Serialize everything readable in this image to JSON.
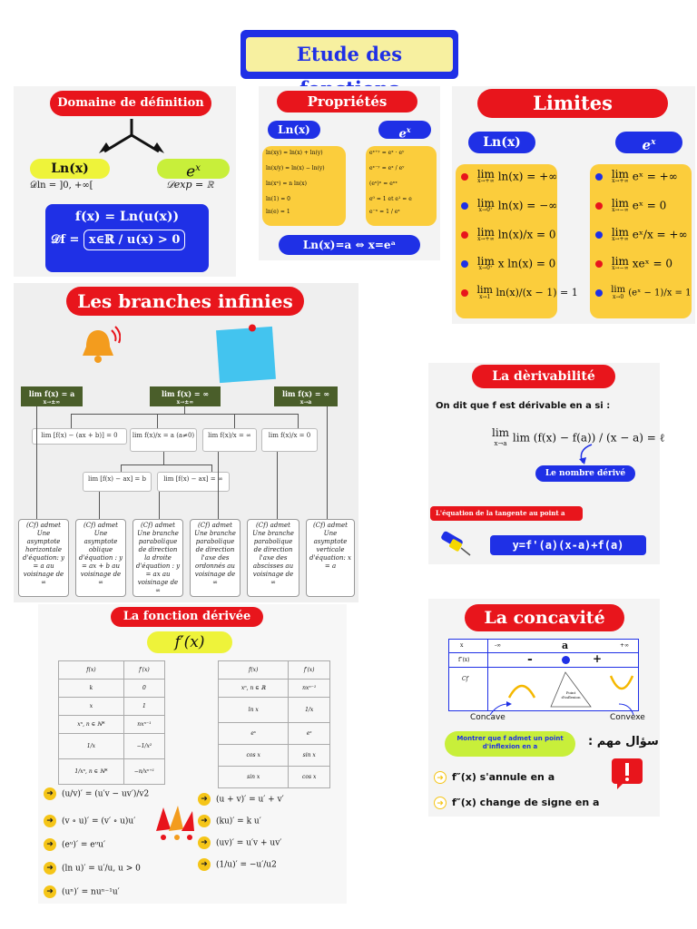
{
  "title": "Etude des fonctions",
  "domaine": {
    "title": "Domaine de définition",
    "ln_label": "Ln(x)",
    "ln_domain": "𝒟ln = ]0, +∞[",
    "exp_label": "ex",
    "exp_domain": "𝒟exp = ℝ",
    "box_line1": "f(x) = Ln(u(x))",
    "box_line2_prefix": "𝒟f =",
    "box_line2": "x∈ℝ / u(x) > 0"
  },
  "proprietes": {
    "title": "Propriétés",
    "ln_label": "Ln(x)",
    "exp_label": "ex",
    "ln_rules": [
      "ln(xy) = ln(x) + ln(y)",
      "ln(x/y) = ln(x) − ln(y)",
      "ln(xⁿ) = n ln(x)",
      "ln(1) = 0",
      "ln(e) = 1"
    ],
    "exp_rules": [
      "eˣ⁺ʸ = eˣ · eʸ",
      "eˣ⁻ʸ = eˣ / eʸ",
      "(eˣ)ⁿ = eⁿˣ",
      "e⁰ = 1  et  e¹ = e",
      "e⁻ˣ = 1 / eˣ"
    ],
    "equivalence": "Ln(x)=a ⇔ x=eᵃ"
  },
  "limites": {
    "title": "Limites",
    "ln_label": "Ln(x)",
    "exp_label": "ex",
    "ln_limits": [
      {
        "sub": "x→+∞",
        "expr": "ln(x) = +∞",
        "color": "#e8151c"
      },
      {
        "sub": "x→0⁺",
        "expr": "ln(x) = −∞",
        "color": "#1f30e6"
      },
      {
        "sub": "x→+∞",
        "expr": "ln(x)/x = 0",
        "color": "#e8151c"
      },
      {
        "sub": "x→0⁺",
        "expr": "x ln(x) = 0",
        "color": "#1f30e6"
      },
      {
        "sub": "x→1",
        "expr": "ln(x)/(x − 1) = 1",
        "color": "#e8151c"
      }
    ],
    "exp_limits": [
      {
        "sub": "x→+∞",
        "expr": "eˣ = +∞",
        "color": "#1f30e6"
      },
      {
        "sub": "x→−∞",
        "expr": "eˣ = 0",
        "color": "#e8151c"
      },
      {
        "sub": "x→+∞",
        "expr": "eˣ/x = +∞",
        "color": "#1f30e6"
      },
      {
        "sub": "x→−∞",
        "expr": "xeˣ = 0",
        "color": "#e8151c"
      },
      {
        "sub": "x→0",
        "expr": "(eˣ − 1)/x = 1",
        "color": "#1f30e6"
      }
    ]
  },
  "branches": {
    "title": "Les branches infinies",
    "top_left": "lim f(x) = a",
    "top_left_sub": "x→±∞",
    "top_mid": "lim f(x) = ∞",
    "top_mid_sub": "x→±∞",
    "top_right": "lim f(x) = ∞",
    "top_right_sub": "x→a",
    "mid1": "lim [f(x) − (ax + b)] = 0",
    "mid2": "lim f(x)/x = a (a≠0)",
    "mid3": "lim f(x)/x = ∞",
    "mid4": "lim f(x)/x = 0",
    "low1": "lim [f(x) − ax] = b",
    "low2": "lim [f(x) − ax] = ∞",
    "conclusions": [
      "(Cf) admet Une asymptote horizontale d'équation: y = a au voisinage de ∞",
      "(Cf) admet Une asymptote oblique d'équation : y = ax + b au voisinage de ∞",
      "(Cf) admet Une branche parabolique de direction la droite d'équation : y = ax au voisinage de ∞",
      "(Cf) admet Une branche parabolique de direction l'axe des ordonnés au voisinage de ∞",
      "(Cf) admet Une branche parabolique de direction l'axe des abscisses au voisinage de ∞",
      "(Cf) admet Une asymptote verticale d'équation: x = a"
    ]
  },
  "derivabilite": {
    "title": "La dèrivabilité",
    "intro": "On dit que f est dérivable en a si :",
    "formula": "lim (f(x) − f(a)) / (x − a) = ℓ",
    "formula_sub": "x→a",
    "nombre": "Le nombre dérivé",
    "tangente": "L'équation de la tangente au point a",
    "equation": "y=f'(a)(x-a)+f(a)"
  },
  "fderivee": {
    "title": "La fonction dérivée",
    "fprime": "f′(x)",
    "table1": {
      "head": [
        "f(x)",
        "f′(x)"
      ],
      "rows": [
        [
          "k",
          "0"
        ],
        [
          "x",
          "1"
        ],
        [
          "xⁿ, n ∈ ℕ*",
          "nxⁿ⁻¹"
        ],
        [
          "1/x",
          "−1/x²"
        ],
        [
          "1/xⁿ, n ∈ ℕ*",
          "−n/xⁿ⁺¹"
        ]
      ]
    },
    "table2": {
      "head": [
        "f(x)",
        "f′(x)"
      ],
      "rows": [
        [
          "xⁿ, n ∈ ℝ",
          "nxⁿ⁻¹"
        ],
        [
          "ln x",
          "1/x"
        ],
        [
          "eˣ",
          "eˣ"
        ],
        [
          "cos x",
          "sin x"
        ],
        [
          "sin x",
          "cos x"
        ]
      ]
    },
    "rules_left": [
      "(u/v)′ = (u′v − uv′)/v2",
      "(v ∘ u)′ = (v′ ∘ u)u′",
      "(eᵘ)′ = eᵘu′",
      "(ln u)′ = u′/u,   u > 0",
      "(uⁿ)′ = nuⁿ⁻¹u′"
    ],
    "rules_right": [
      "(u + v)′ = u′ + v′",
      "(ku)′ = k u′",
      "(uv)′ = u′v + uv′",
      "(1/u)′ = −u′/u2"
    ]
  },
  "concavite": {
    "title": "La concavité",
    "row_x": "x",
    "x_minus": "-∞",
    "x_a": "a",
    "x_plus": "+∞",
    "row_f2": "f″(x)",
    "sign_minus": "-",
    "sign_plus": "+",
    "row_cf": "Cf",
    "point": "Point d'inflexion",
    "concave": "Concave",
    "convexe": "Convexe",
    "question": "Montrer que f admet un point d'inflexion en a",
    "important": "سؤال مهم :",
    "cond1": "f″(x) s'annule en a",
    "cond2": "f″(x) change de signe en a"
  }
}
